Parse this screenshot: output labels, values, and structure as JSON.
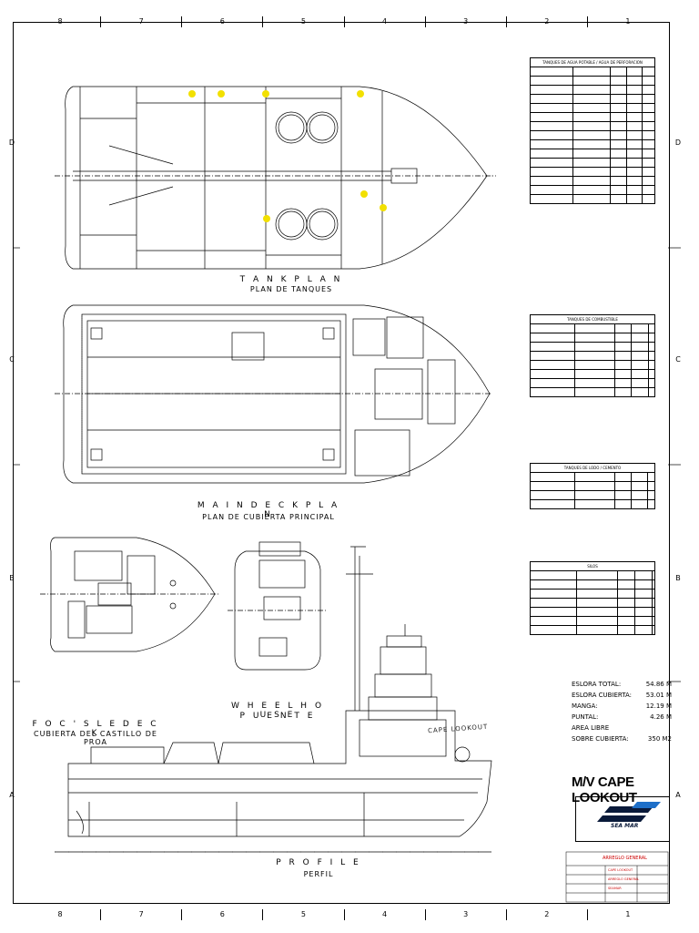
{
  "zones": {
    "columns": [
      "8",
      "7",
      "6",
      "5",
      "4",
      "3",
      "2",
      "1"
    ],
    "rows": [
      "D",
      "C",
      "B",
      "A"
    ]
  },
  "views": {
    "tank_plan": [
      "T A N K   P L A N",
      "PLAN DE TANQUES"
    ],
    "main_deck": [
      "M A I N   D E C K   P L A N",
      "PLAN DE CUBIERTA PRINCIPAL"
    ],
    "focsle": [
      "F O C ' S L E   D E C K",
      "CUBIERTA DEL CASTILLO DE PROA"
    ],
    "wheelhouse": [
      "W H E E L H O U S E",
      "P U E N T E"
    ],
    "profile": [
      "P R O F I L E",
      "PERFIL"
    ]
  },
  "ship_name_on_hull": "CAPE LOOKOUT",
  "specs": [
    {
      "label": "ESLORA TOTAL:",
      "value": "54.86 M"
    },
    {
      "label": "ESLORA CUBIERTA:",
      "value": "53.01 M"
    },
    {
      "label": "MANGA:",
      "value": "12.19 M"
    },
    {
      "label": "PUNTAL:",
      "value": "4.26 M"
    },
    {
      "label": "AREA LIBRE",
      "value": ""
    },
    {
      "label": "SOBRE CUBIERTA:",
      "value": "350 M2"
    }
  ],
  "title": "M/V CAPE LOOKOUT",
  "logo_text": "SEA MAR",
  "title_block": {
    "drawing_title": "ARREGLO GENERAL",
    "small_1": "CAPE LOOKOUT",
    "small_2": "ARREGLO GENERAL",
    "small_3": "SEAMAR"
  },
  "tables": [
    {
      "name": "tank-table-1",
      "rows": 15,
      "caption": "TANQUES DE AGUA POTABLE / AGUA DE PERFORACION"
    },
    {
      "name": "tank-table-2",
      "rows": 8,
      "caption": "TANQUES DE COMBUSTIBLE"
    },
    {
      "name": "tank-table-3",
      "rows": 4,
      "caption": "TANQUES DE LODO / CEMENTO"
    },
    {
      "name": "tank-table-4",
      "rows": 7,
      "caption": "SILOS"
    }
  ]
}
